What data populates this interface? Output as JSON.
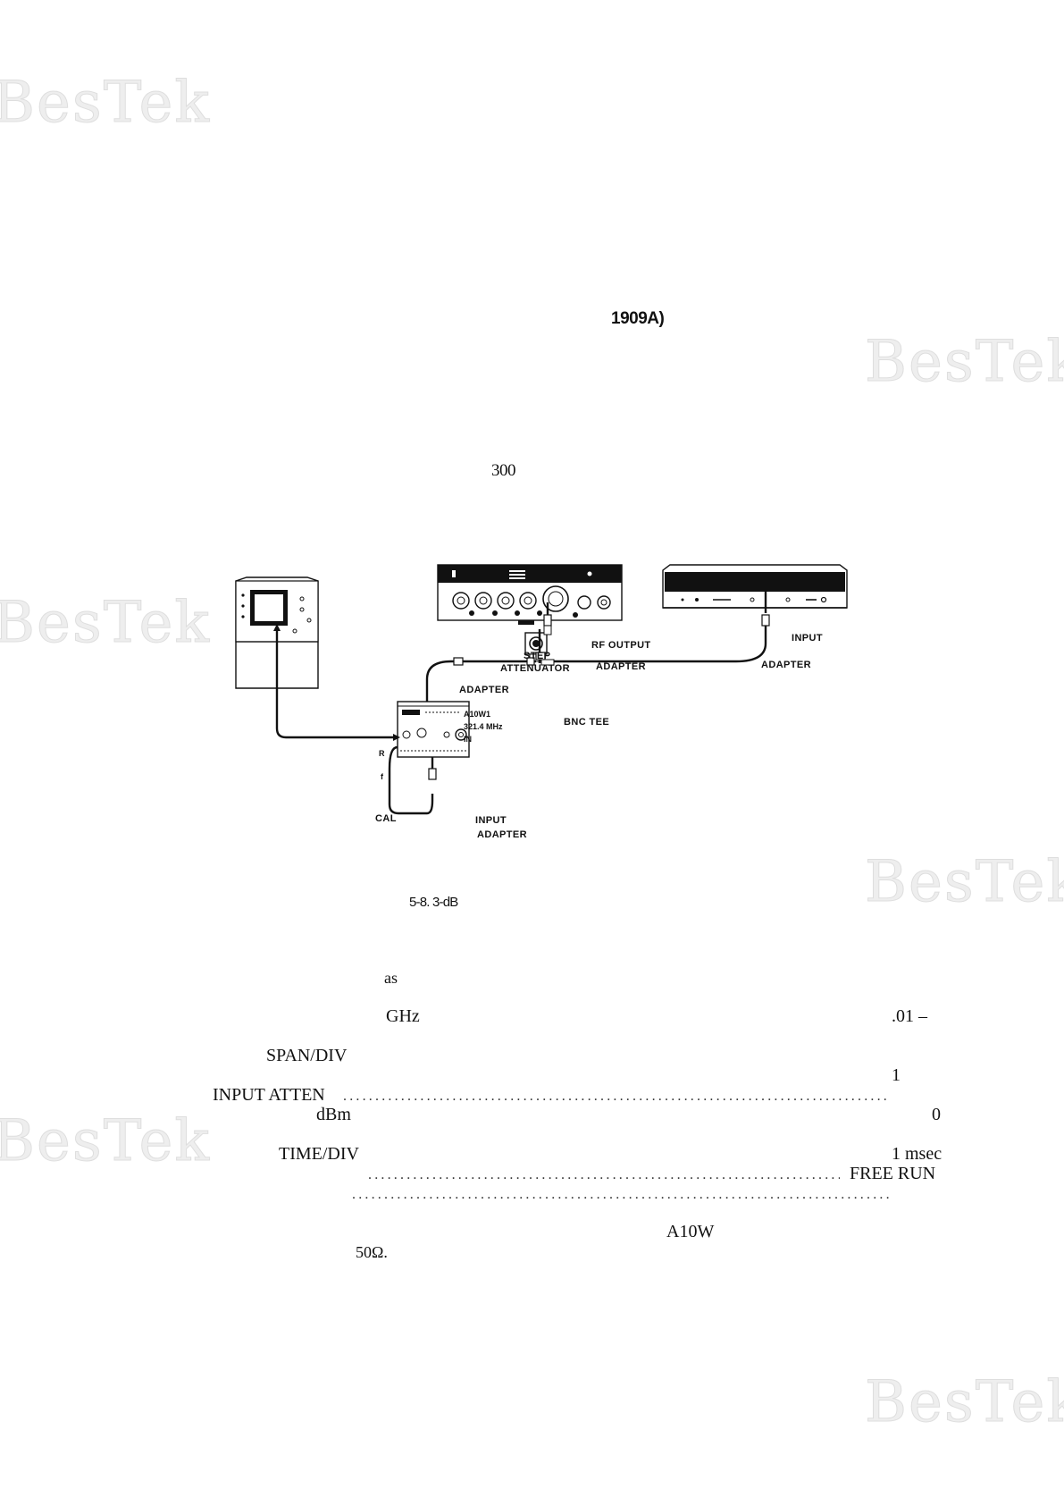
{
  "watermark": "BesTek",
  "fragments": {
    "model": "1909A)",
    "freq_300": "300",
    "caption": "5-8.  3-dB",
    "as": "as",
    "ghz": "GHz",
    "range_01": ".01 –",
    "span_div": "SPAN/DIV",
    "one": "1",
    "input_atten": "INPUT ATTEN",
    "dbm": "dBm",
    "zero": "0",
    "time_div": "TIME/DIV",
    "one_msec": "1 msec",
    "free_run": "FREE RUN",
    "a10w": "A10W",
    "fifty_ohm": "50Ω."
  },
  "diagram": {
    "labels": {
      "rf_output": "RF OUTPUT",
      "step": "STEP",
      "attenuator": "ATTENUATOR",
      "adapter_sg": "ADAPTER",
      "adapter_left": "ADAPTER",
      "input_counter": "INPUT",
      "adapter_counter": "ADAPTER",
      "a10w1": "A10W1",
      "freq_214": "321.4 MHz",
      "in": "IN",
      "bnc_tee": "BNC TEE",
      "r": "R",
      "f": "f",
      "cal": "CAL",
      "input_box": "INPUT",
      "adapter_box": "ADAPTER"
    }
  }
}
